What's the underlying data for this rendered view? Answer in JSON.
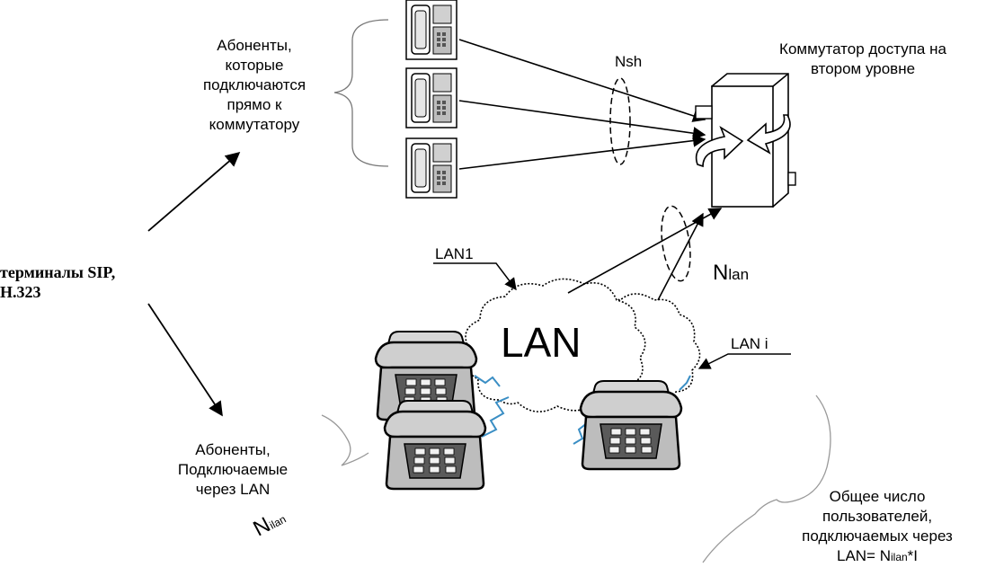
{
  "labels": {
    "direct_subscribers": [
      "Абоненты,",
      "которые",
      "подключаются",
      "прямо к",
      "коммутатору"
    ],
    "switch_title": [
      "Коммутатор доступа на",
      "втором уровне"
    ],
    "nsh": "Nsh",
    "terminals": [
      "терминалы SIP,",
      "H.323"
    ],
    "lan1": "LAN1",
    "lani": "LAN i",
    "lan_cloud": "LAN",
    "nlan_main": "N",
    "nlan_sub": "lan",
    "lan_subscribers": [
      "Абоненты,",
      "Подключаемые",
      "через LAN"
    ],
    "nilan_main": "N",
    "nilan_sub": "ilan",
    "total_line1": "Общее число",
    "total_line2": "пользователей,",
    "total_line3": "подключаемых через",
    "total_line4_prefix": "LAN= N",
    "total_line4_sub": "ilan",
    "total_line4_suffix": "*I"
  },
  "colors": {
    "line": "#000000",
    "wire": "#3a8ec4",
    "phone_body": "#c8c8c8",
    "phone_dark": "#5a5a5a"
  }
}
